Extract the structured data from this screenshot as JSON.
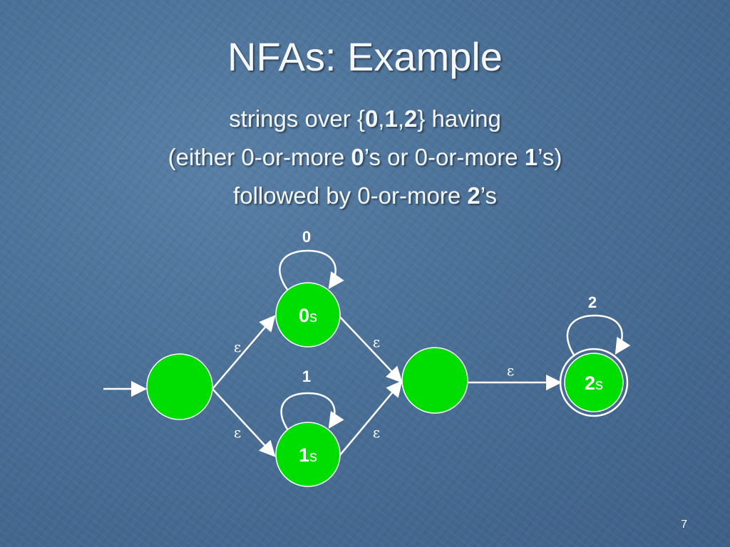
{
  "slide": {
    "title": "NFAs: Example",
    "subtitle": {
      "line1": {
        "a": "strings over {",
        "b": "0",
        "c": ",",
        "d": "1",
        "e": ",",
        "f": "2",
        "g": "} having"
      },
      "line2": {
        "a": "(either 0-or-more ",
        "b": "0",
        "c": "’s or 0-or-more ",
        "d": "1",
        "e": "’s)"
      },
      "line3": {
        "a": "followed by 0-or-more ",
        "b": "2",
        "c": "’s"
      }
    },
    "page_number": "7"
  },
  "nfa": {
    "states": {
      "start": {
        "label": ""
      },
      "zeros": {
        "label_bold": "0",
        "label_rest": "s"
      },
      "ones": {
        "label_bold": "1",
        "label_rest": "s"
      },
      "merge": {
        "label": ""
      },
      "twos": {
        "label_bold": "2",
        "label_rest": "s",
        "accepting": true
      }
    },
    "transitions": {
      "start_to_zeros": "ε",
      "start_to_ones": "ε",
      "zeros_to_merge": "ε",
      "ones_to_merge": "ε",
      "merge_to_twos": "ε",
      "zeros_loop": "0",
      "ones_loop": "1",
      "twos_loop": "2"
    },
    "colors": {
      "state_fill": "#00dd00",
      "state_stroke": "#ffffff",
      "edge": "#ffffff"
    }
  }
}
